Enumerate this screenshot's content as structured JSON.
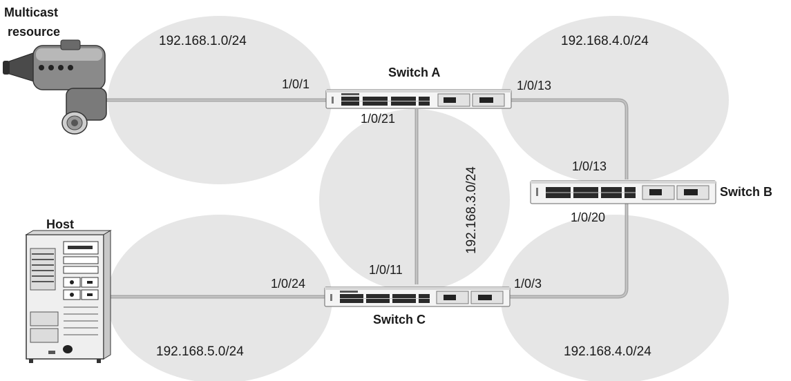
{
  "subnets": {
    "net1": "192.168.1.0/24",
    "net4_top": "192.168.4.0/24",
    "net3": "192.168.3.0/24",
    "net5": "192.168.5.0/24",
    "net4_bottom": "192.168.4.0/24"
  },
  "devices": {
    "multicast_line1": "Multicast",
    "multicast_line2": "resource",
    "host": "Host",
    "switch_a": "Switch A",
    "switch_b": "Switch B",
    "switch_c": "Switch C"
  },
  "ports": {
    "a_1": "1/0/1",
    "a_13": "1/0/13",
    "a_21": "1/0/21",
    "b_13": "1/0/13",
    "b_20": "1/0/20",
    "c_24": "1/0/24",
    "c_11": "1/0/11",
    "c_3": "1/0/3"
  },
  "colors": {
    "subnet_fill": "#e6e6e6",
    "link": "#a8a8a8"
  }
}
